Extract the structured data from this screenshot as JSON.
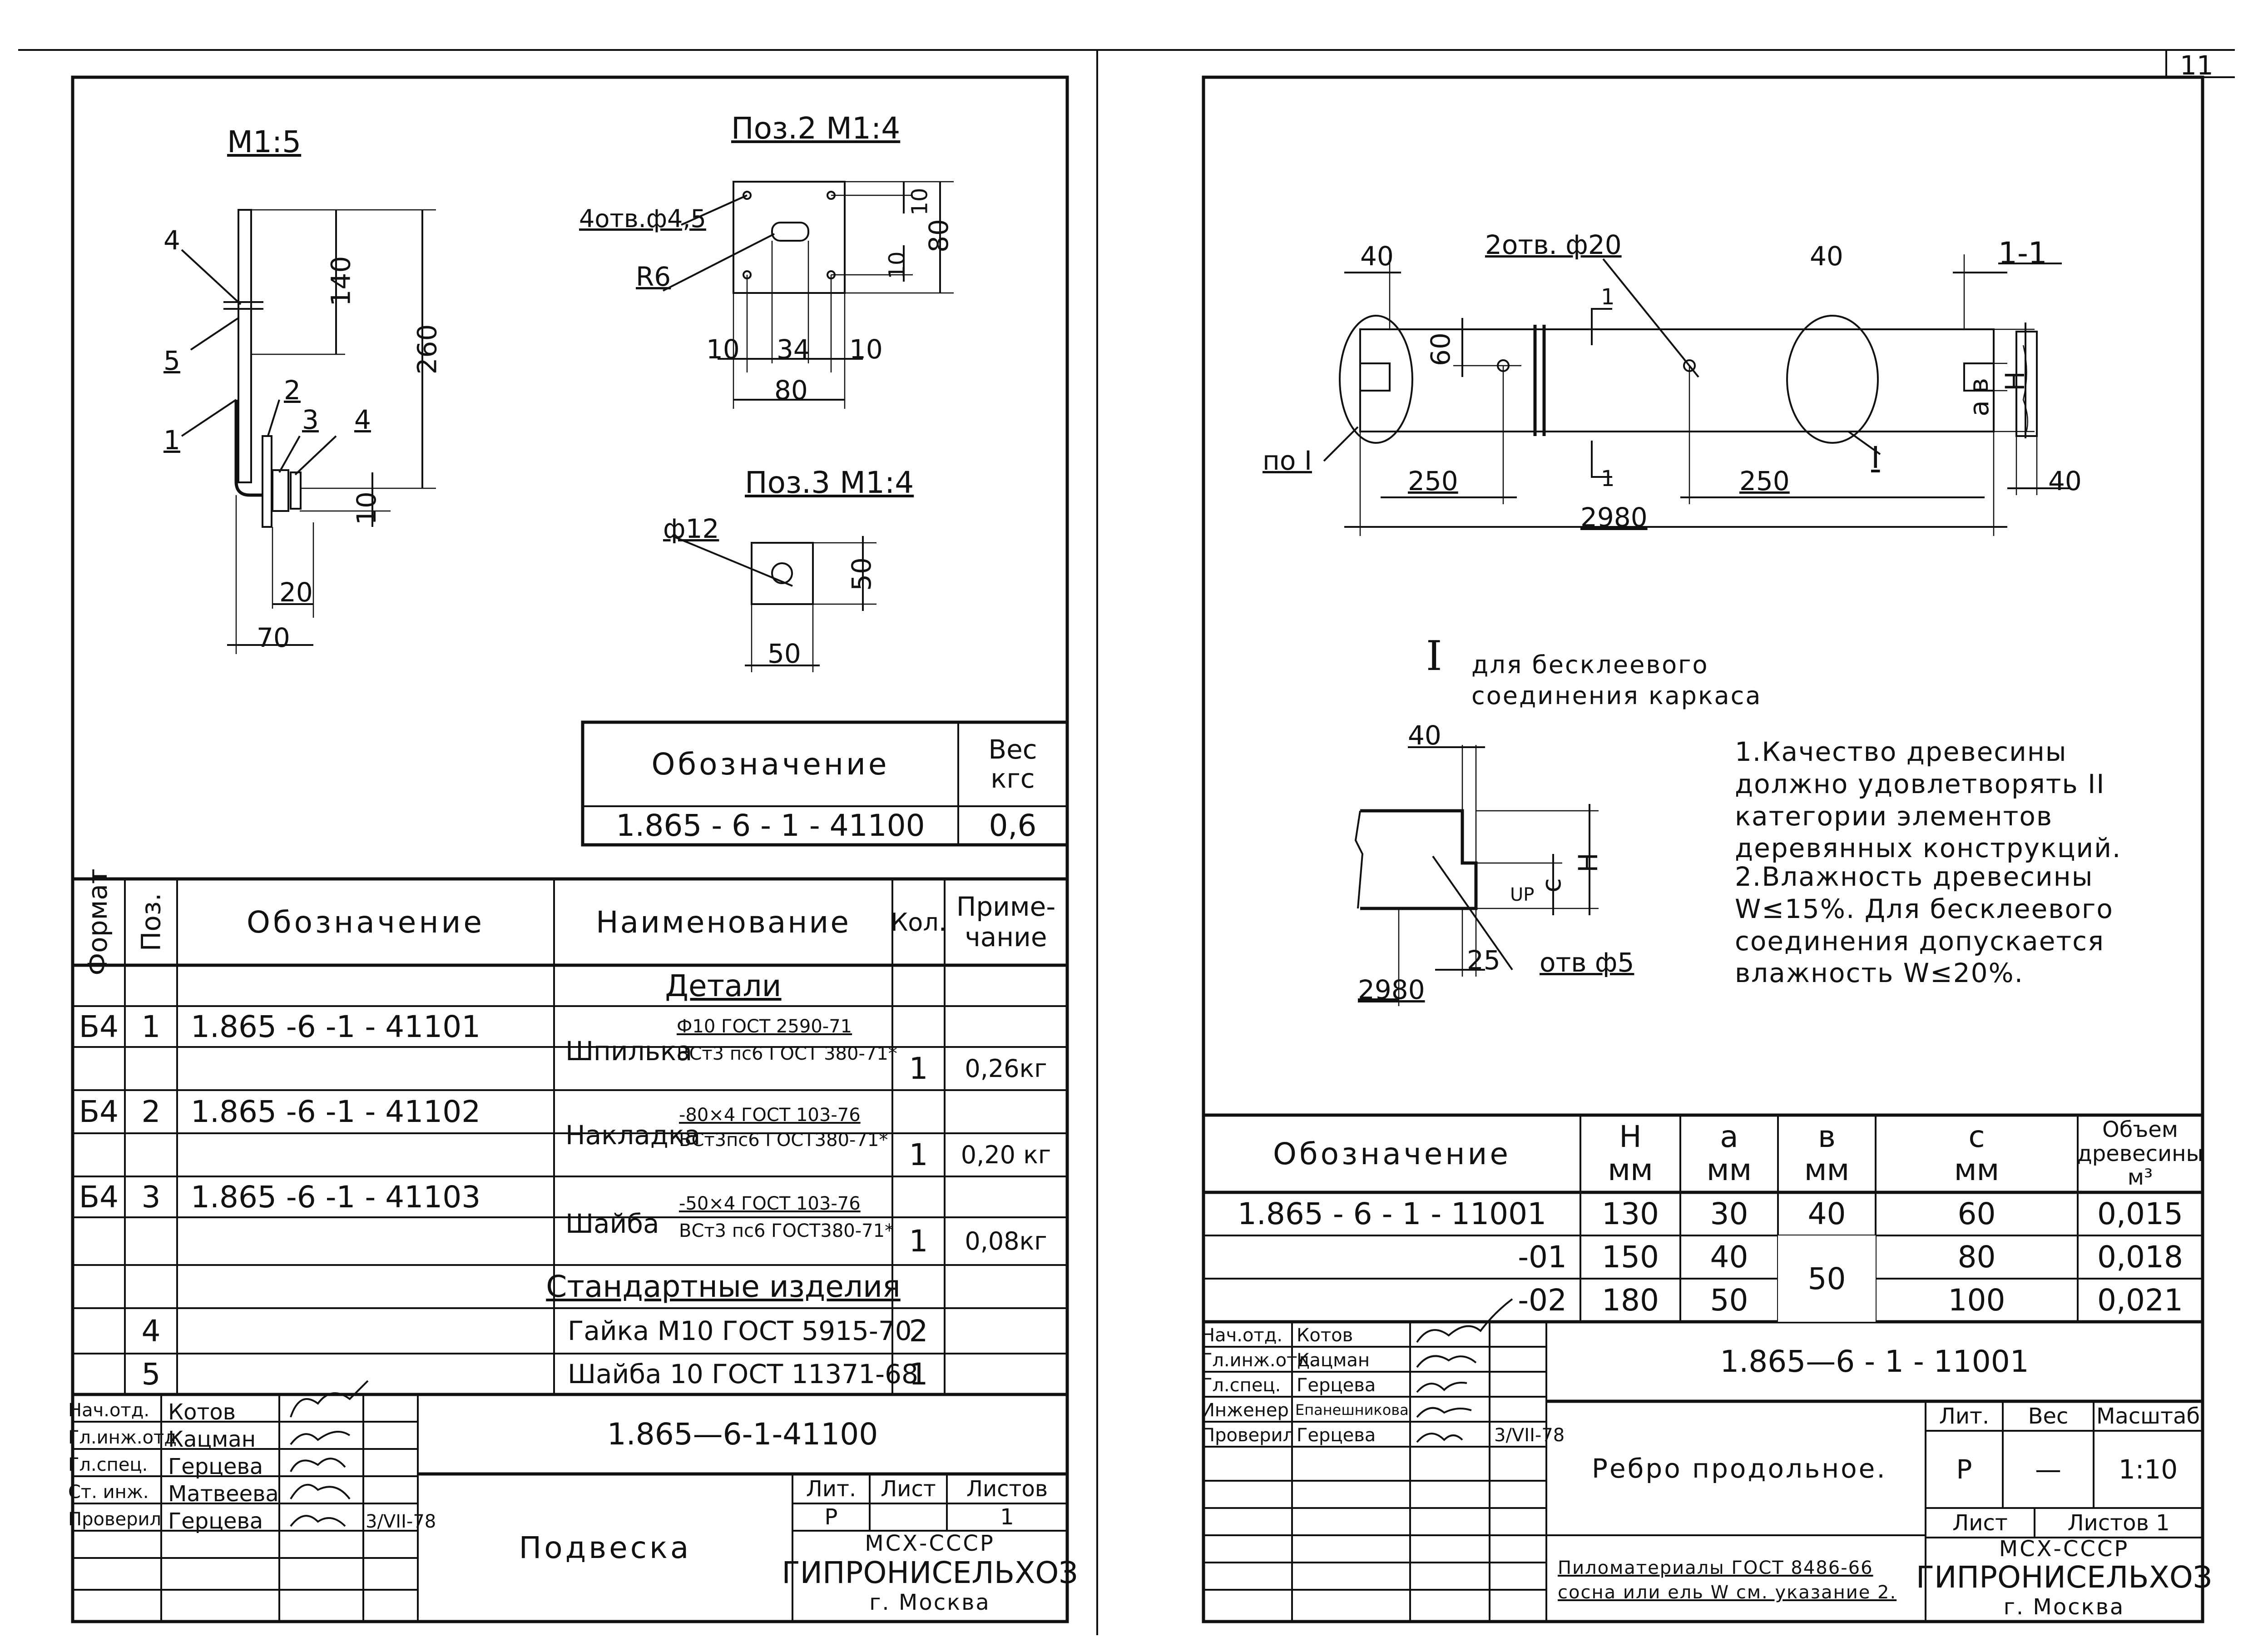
{
  "sheet_number": "11",
  "left": {
    "views": {
      "main_scale": "М1:5",
      "pos2_title": "Поз.2  М1:4",
      "pos3_title": "Поз.3  М1:4",
      "pos_labels": [
        "4",
        "5",
        "1",
        "2",
        "3",
        "4"
      ],
      "dims_main": {
        "d140": "140",
        "d260": "260",
        "d10": "10",
        "d20": "20",
        "d70": "70"
      },
      "pos2": {
        "holes": "4отв.ф4,5",
        "radius": "R6",
        "d10a": "10",
        "d80v": "80",
        "d10b": "10",
        "b10": "10",
        "b34": "34",
        "b10b": "10",
        "b80": "80"
      },
      "pos3": {
        "hole": "ф12",
        "d50v": "50",
        "d50h": "50"
      }
    },
    "weight_box": {
      "h_designation": "Обозначение",
      "h_weight": "Вес\nкгс",
      "designation": "1.865 - 6 - 1 - 41100",
      "weight": "0,6"
    },
    "spec": {
      "headers": {
        "format": "Формат",
        "pos": "Поз.",
        "designation": "Обозначение",
        "name": "Наименование",
        "qty": "Кол.",
        "note": "Приме-\nчание"
      },
      "section_details": "Детали",
      "section_standard": "Стандартные изделия",
      "rows": [
        {
          "format": "Б4",
          "pos": "1",
          "designation": "1.865 -6 -1 - 41101",
          "name": "Шпилька",
          "spec1": "Ф10  ГОСТ 2590-71",
          "spec2": "ВСт3 пс6 ГОСТ 380-71*",
          "qty": "1",
          "note": "0,26кг"
        },
        {
          "format": "Б4",
          "pos": "2",
          "designation": "1.865 -6 -1 - 41102",
          "name": "Накладка",
          "spec1": "-80×4 ГОСТ 103-76",
          "spec2": "ВСт3пс6 ГОСТ380-71*",
          "qty": "1",
          "note": "0,20 кг"
        },
        {
          "format": "Б4",
          "pos": "3",
          "designation": "1.865 -6 -1 - 41103",
          "name": "Шайба",
          "spec1": "-50×4 ГОСТ 103-76",
          "spec2": "ВСт3 пс6 ГОСТ380-71*",
          "qty": "1",
          "note": "0,08кг"
        },
        {
          "format": "",
          "pos": "4",
          "designation": "",
          "name": "Гайка М10  ГОСТ 5915-70",
          "qty": "2",
          "note": ""
        },
        {
          "format": "",
          "pos": "5",
          "designation": "",
          "name": "Шайба 10  ГОСТ 11371-68",
          "qty": "1",
          "note": ""
        }
      ]
    },
    "stamp": {
      "roles": [
        "Нач.отд.",
        "Гл.инж.отд",
        "Гл.спец.",
        "Ст. инж.",
        "Проверил"
      ],
      "names": [
        "Котов",
        "Кацман",
        "Герцева",
        "Матвеева",
        "Герцева"
      ],
      "date": "3/VII-78",
      "code": "1.865—6-1-41100",
      "title": "Подвеска",
      "h_lit": "Лит.",
      "h_sheet": "Лист",
      "h_sheets": "Листов",
      "lit": "Р",
      "sheets": "1",
      "org1": "МСХ-СССР",
      "org2": "ГИПРОНИСЕЛЬХОЗ",
      "org3": "г. Москва"
    }
  },
  "right": {
    "views": {
      "holes": "2отв. ф20",
      "d40a": "40",
      "d40b": "40",
      "d60": "60",
      "dH": "Н",
      "db": "в",
      "da": "а",
      "d250a": "250",
      "d250b": "250",
      "d2980": "2980",
      "section_mark": "1-1",
      "section_w": "40",
      "cut_label": "1",
      "node_ref": "по I",
      "node_mark": "I",
      "node_title_roman": "I",
      "node_title": "для бесклеевого\nсоединения каркаса",
      "node": {
        "d40": "40",
        "dc": "с",
        "dH": "Н",
        "dUP": "UP",
        "d25": "25",
        "hole": "отв ф5",
        "d2980": "2980"
      }
    },
    "notes": [
      "1.Качество древесины должно удовлетворять II категории элементов деревянных конструкций.",
      "2.Влажность древесины W≤15%. Для бесклеевого соединения допускается влажность W≤20%."
    ],
    "table": {
      "headers": {
        "designation": "Обозначение",
        "H": "Н\nмм",
        "a": "а\nмм",
        "b": "в\nмм",
        "c": "с\nмм",
        "volume": "Объем\nдревесины\nм³"
      },
      "rows": [
        {
          "designation": "1.865 - 6 - 1 - 11001",
          "H": "130",
          "a": "30",
          "b": "40",
          "c": "60",
          "volume": "0,015"
        },
        {
          "designation": "-01",
          "H": "150",
          "a": "40",
          "b": "50",
          "c": "80",
          "volume": "0,018"
        },
        {
          "designation": "-02",
          "H": "180",
          "a": "50",
          "b": "",
          "c": "100",
          "volume": "0,021"
        }
      ]
    },
    "stamp": {
      "roles": [
        "Нач.отд.",
        "Гл.инж.отд.",
        "Гл.спец.",
        "Инженер",
        "Проверил"
      ],
      "names": [
        "Котов",
        "Кацман",
        "Герцева",
        "Епанешникова",
        "Герцева"
      ],
      "date": "3/VII-78",
      "code": "1.865—6 - 1 - 11001",
      "title": "Ребро продольное.",
      "h_lit": "Лит.",
      "h_weight": "Вес",
      "h_scale": "Масштаб",
      "lit": "Р",
      "weight": "—",
      "scale": "1:10",
      "h_sheet": "Лист",
      "h_sheets": "Листов 1",
      "material": "Пиломатериалы ГОСТ 8486-66\nсосна или ель W см. указание 2.",
      "org1": "МСХ-СССР",
      "org2": "ГИПРОНИСЕЛЬХОЗ",
      "org3": "г. Москва"
    }
  }
}
